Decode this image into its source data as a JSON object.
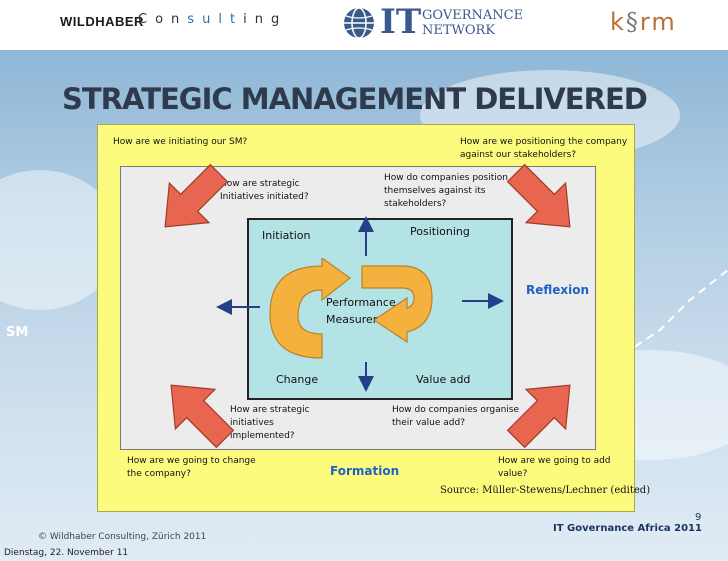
{
  "header": {
    "brand_main": "WILDHABER",
    "brand_sub": [
      "C",
      "o",
      "n",
      "s",
      "u",
      "l",
      "t",
      "i",
      "n",
      "g"
    ],
    "itg_it": "IT",
    "itg_governance": "GOVERNANCE",
    "itg_network": "NETWORK",
    "ksrm": [
      "k",
      "§",
      "rm"
    ]
  },
  "slide": {
    "title": "STRATEGIC MANAGEMENT DELIVERED",
    "side_label": "SM"
  },
  "diagram": {
    "q_top_left": "How are we initiating our SM?",
    "q_top_right": "How are we positioning the company against our stakeholders?",
    "q_inner_top_left": "How are strategic Initiatives initiated?",
    "q_inner_top_right": "How do companies position themselves against its stakeholders?",
    "q_inner_bottom_left": "How are strategic initiatives implemented?",
    "q_inner_bottom_right": "How do companies organise their value add?",
    "q_bottom_left": "How are we going to change the company?",
    "q_bottom_right": "How are we going to add value?",
    "initiation": "Initiation",
    "positioning": "Positioning",
    "change": "Change",
    "value_add": "Value add",
    "center_line1": "Performance",
    "center_line2": "Measurement",
    "reflexion": "Reflexion",
    "formation": "Formation",
    "source": "Source: Müller-Stewens/Lechner (edited)"
  },
  "footer": {
    "copyright": "© Wildhaber Consulting, Zürich 2011",
    "date": "Dienstag, 22. November 11",
    "event": "IT Governance Africa 2011",
    "page": "9"
  },
  "colors": {
    "panel_yellow": "#fdfb7e",
    "arrow_red": "#e8654f",
    "cycle_orange": "#f5b13e",
    "inner_teal": "#b4e3e5",
    "label_blue": "#1e62c4"
  }
}
